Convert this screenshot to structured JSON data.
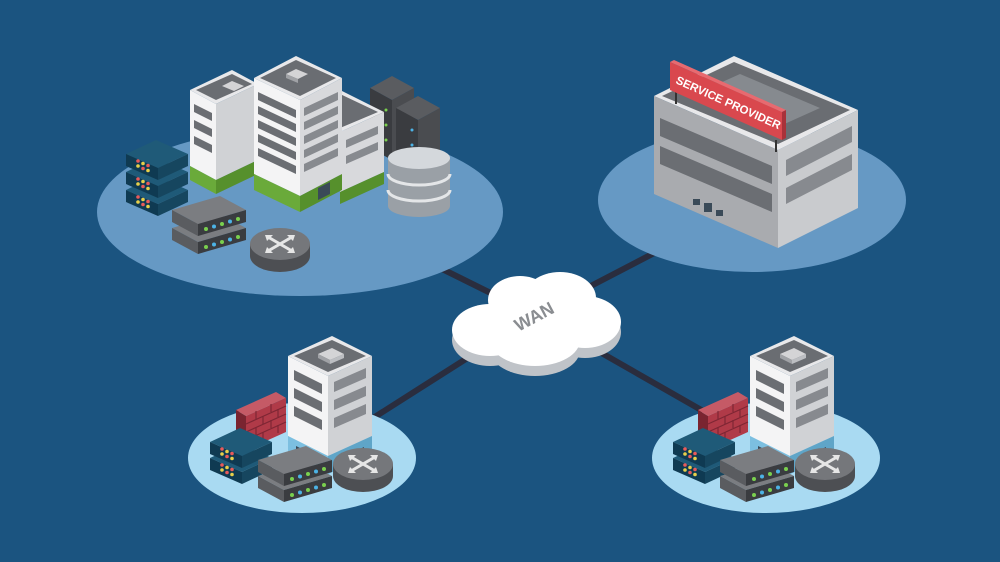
{
  "diagram": {
    "type": "network-topology",
    "center_node": {
      "label": "WAN",
      "shape": "cloud"
    },
    "nodes": [
      {
        "id": "headquarters",
        "position": "top-left",
        "items": [
          "office-buildings",
          "rack-servers",
          "blade-servers",
          "storage-switches",
          "router",
          "database"
        ]
      },
      {
        "id": "service-provider",
        "position": "top-right",
        "sign_label": "SERVICE PROVIDER",
        "items": [
          "office-building",
          "sign"
        ]
      },
      {
        "id": "branch-left",
        "position": "bottom-left",
        "items": [
          "office-building",
          "firewall",
          "servers",
          "switches",
          "router"
        ]
      },
      {
        "id": "branch-right",
        "position": "bottom-right",
        "items": [
          "office-building",
          "firewall",
          "servers",
          "switches",
          "router"
        ]
      }
    ],
    "links": [
      {
        "from": "WAN",
        "to": "headquarters"
      },
      {
        "from": "WAN",
        "to": "service-provider"
      },
      {
        "from": "WAN",
        "to": "branch-left"
      },
      {
        "from": "WAN",
        "to": "branch-right"
      }
    ]
  },
  "labels": {
    "wan": "WAN",
    "service_provider": "SERVICE PROVIDER"
  },
  "colors": {
    "background": "#1b5480",
    "large_platform": "#6699c4",
    "small_platform": "#a9daf2",
    "link": "#2a2d3e",
    "sign": "#d9484e",
    "firewall": "#b03a48",
    "building_green": "#6aaa3a"
  }
}
